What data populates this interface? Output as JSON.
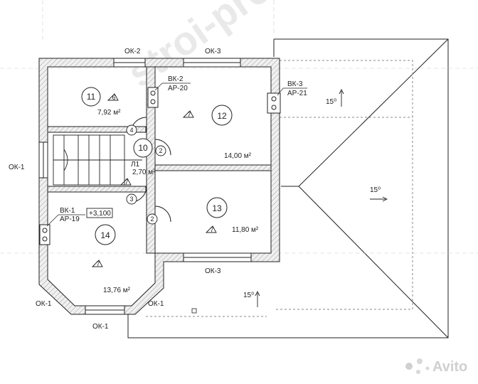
{
  "rooms": [
    {
      "id": "11",
      "badge": "6",
      "area": "7,92 м²"
    },
    {
      "id": "12",
      "badge": "7",
      "area": "14,00 м²"
    },
    {
      "id": "13",
      "badge": "7",
      "area": "11,80 м²"
    },
    {
      "id": "14",
      "badge": "7",
      "area": "13,76 м²"
    },
    {
      "id": "10",
      "area": "2,70 м²"
    }
  ],
  "stair_label": "Л1",
  "stair_badge": "7",
  "doors": [
    "4",
    "2",
    "3",
    "2"
  ],
  "windows": {
    "ok2": "ОК-2",
    "ok3_top": "ОК-3",
    "ok3_bottom": "ОК-3",
    "ok1_left": "ОК-1",
    "ok1_bl": "ОК-1",
    "ok1_br": "ОК-1",
    "ok1_bottom": "ОК-1"
  },
  "vents": {
    "vk1": "ВК-1",
    "ar19": "АР-19",
    "vk2": "ВК-2",
    "ar20": "АР-20",
    "vk3": "ВК-3",
    "ar21": "АР-21"
  },
  "level": "+3,100",
  "slopes": [
    "15⁰",
    "15⁰",
    "15⁰"
  ],
  "watermark_logo": "Avito",
  "colors": {
    "wall_fill": "#eeeeee",
    "line": "#222222",
    "dash": "#888888"
  }
}
